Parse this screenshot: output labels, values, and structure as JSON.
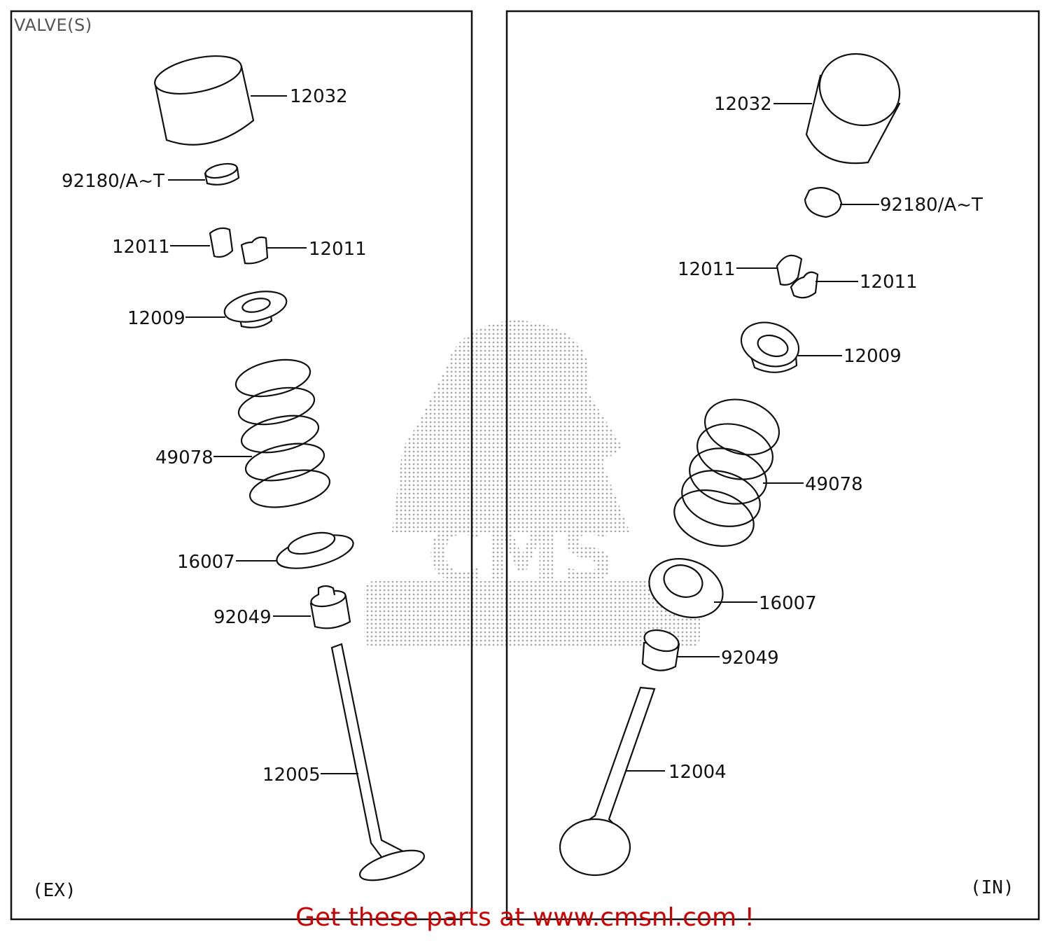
{
  "title": "VALVE(S)",
  "footer": "Get these parts at www.cmsnl.com !",
  "panels": [
    {
      "tag": "(EX)",
      "labels": {
        "tappet": "12032",
        "shim": "92180/A~T",
        "cotter_left": "12011",
        "cotter_right": "12011",
        "retainer": "12009",
        "spring": "49078",
        "spring_seat": "16007",
        "oil_seal": "92049",
        "valve": "12005"
      }
    },
    {
      "tag": "(IN)",
      "labels": {
        "tappet": "12032",
        "shim": "92180/A~T",
        "cotter_left": "12011",
        "cotter_right": "12011",
        "retainer": "12009",
        "spring": "49078",
        "spring_seat": "16007",
        "oil_seal": "92049",
        "valve": "12004"
      }
    }
  ],
  "watermark": {
    "brand": "CMS",
    "url": "www.cmsnl.com"
  }
}
